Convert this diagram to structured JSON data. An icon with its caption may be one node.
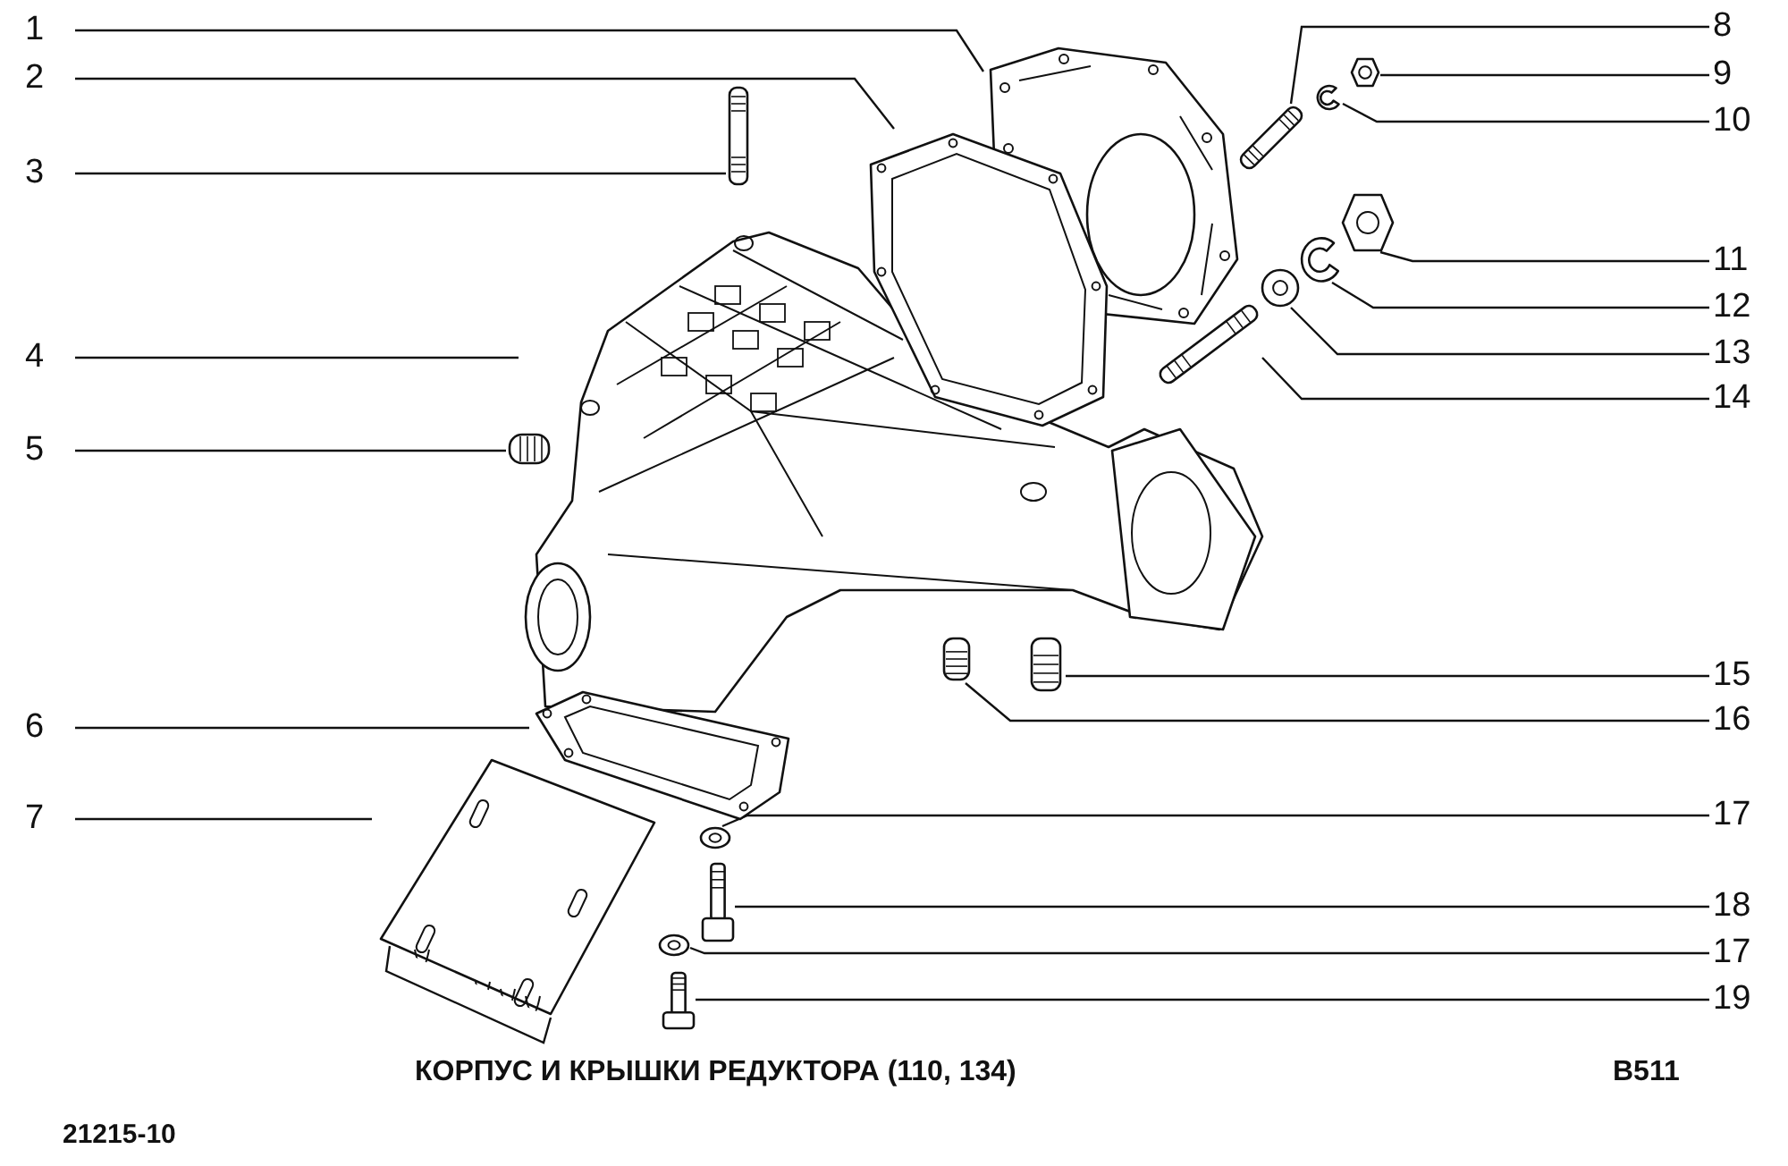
{
  "diagram": {
    "caption": "КОРПУС И КРЫШКИ РЕДУКТОРА (110, 134)",
    "nodes": [
      {
        "text": [
          "1"
        ]
      },
      {
        "text": [
          "2"
        ]
      },
      {
        "text": [
          "3"
        ]
      },
      {
        "text": [
          "4"
        ]
      },
      {
        "text": [
          "5"
        ]
      },
      {
        "text": [
          "6"
        ]
      },
      {
        "text": [
          "7"
        ]
      },
      {
        "text": [
          "8"
        ]
      },
      {
        "text": [
          "9"
        ]
      },
      {
        "text": [
          "10"
        ]
      },
      {
        "text": [
          "11"
        ]
      },
      {
        "text": [
          "12"
        ]
      },
      {
        "text": [
          "13"
        ]
      },
      {
        "text": [
          "14"
        ]
      },
      {
        "text": [
          "15"
        ]
      },
      {
        "text": [
          "16"
        ]
      },
      {
        "text": [
          "17"
        ]
      },
      {
        "text": [
          "18"
        ]
      },
      {
        "text": [
          "17"
        ]
      },
      {
        "text": [
          "19"
        ]
      },
      {
        "text": [],
        "shape": "picture"
      },
      {
        "text": [],
        "shape": "picture"
      },
      {
        "text": [],
        "shape": "picture"
      },
      {
        "text": [],
        "shape": "picture"
      },
      {
        "text": [],
        "shape": "picture"
      },
      {
        "text": [],
        "shape": "picture"
      },
      {
        "text": [],
        "shape": "picture"
      },
      {
        "text": [],
        "shape": "picture"
      },
      {
        "text": [],
        "shape": "picture"
      },
      {
        "text": [],
        "shape": "picture"
      },
      {
        "text": [],
        "shape": "picture"
      },
      {
        "text": [],
        "shape": "picture"
      },
      {
        "text": [],
        "shape": "picture"
      },
      {
        "text": [],
        "shape": "picture"
      },
      {
        "text": [],
        "shape": "picture"
      },
      {
        "text": [],
        "shape": "picture"
      },
      {
        "text": [],
        "shape": "picture"
      },
      {
        "text": [],
        "shape": "picture"
      },
      {
        "text": [],
        "shape": "picture"
      },
      {
        "text": [],
        "shape": "picture"
      }
    ],
    "edges": [
      {
        "from": 0,
        "to": 20,
        "arrow": "none"
      },
      {
        "from": 1,
        "to": 21,
        "arrow": "none"
      },
      {
        "from": 2,
        "to": 22,
        "arrow": "none"
      },
      {
        "from": 3,
        "to": 23,
        "arrow": "none"
      },
      {
        "from": 4,
        "to": 24,
        "arrow": "none"
      },
      {
        "from": 5,
        "to": 25,
        "arrow": "none"
      },
      {
        "from": 6,
        "to": 26,
        "arrow": "none"
      },
      {
        "from": 7,
        "to": 27,
        "arrow": "none"
      },
      {
        "from": 8,
        "to": 28,
        "arrow": "none"
      },
      {
        "from": 9,
        "to": 29,
        "arrow": "none"
      },
      {
        "from": 10,
        "to": 30,
        "arrow": "none"
      },
      {
        "from": 11,
        "to": 31,
        "arrow": "none"
      },
      {
        "from": 12,
        "to": 32,
        "arrow": "none"
      },
      {
        "from": 13,
        "to": 33,
        "arrow": "none"
      },
      {
        "from": 14,
        "to": 34,
        "arrow": "none"
      },
      {
        "from": 15,
        "to": 35,
        "arrow": "none"
      },
      {
        "from": 16,
        "to": 36,
        "arrow": "none"
      },
      {
        "from": 17,
        "to": 37,
        "arrow": "none"
      },
      {
        "from": 18,
        "to": 38,
        "arrow": "none"
      },
      {
        "from": 19,
        "to": 39,
        "arrow": "none"
      }
    ],
    "labels": [
      "В511",
      "21215-10"
    ]
  }
}
